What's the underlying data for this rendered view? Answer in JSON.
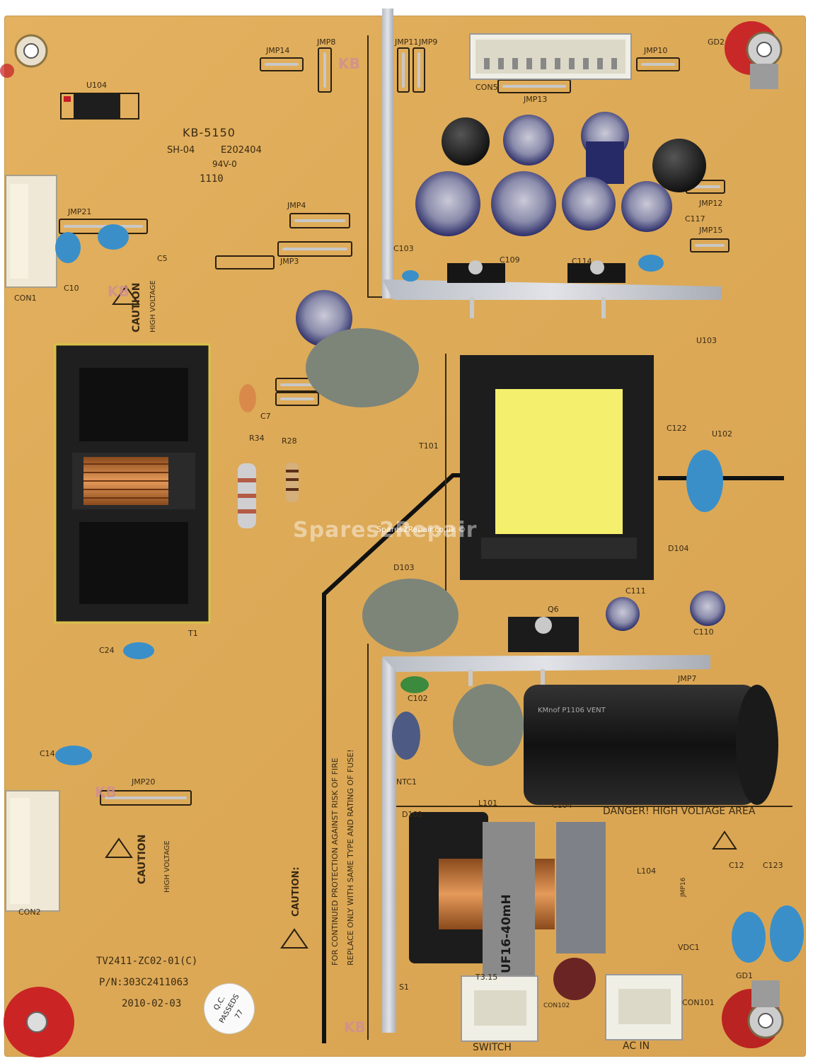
{
  "board": {
    "model": "KB-5150",
    "cert_line1": "SH-04",
    "cert_line2": "E202404",
    "rating": "94V-0",
    "date_code": "1110",
    "part_code": "TV2411-ZC02-01(C)",
    "part_number": "P/N:303C2411063",
    "date": "2010-02-03",
    "qc_sticker": [
      "Q.C.",
      "PASSEDS",
      "77"
    ],
    "warning_caution": "CAUTION:",
    "warning_line1": "FOR CONTINUED PROTECTION AGAINST RISK OF FIRE",
    "warning_line2": "REPLACE ONLY WITH SAME TYPE AND RATING OF FUSE!",
    "danger": "DANGER! HIGH VOLTAGE AREA",
    "caution": "CAUTION",
    "high_voltage": "HIGH VOLTAGE",
    "watermark": "Spares2Repair",
    "watermark_small": "Spares2Repair.co.uk ©",
    "kb_mark": "KB",
    "choke_marking": "UF16-40mH",
    "fuse_marking": "T3.15",
    "cap_marking": "KMnof P1106 VENT"
  },
  "connectors": {
    "con1": "CON1",
    "con2": "CON2",
    "con5": "CON5",
    "con101": "CON101",
    "con102": "CON102",
    "switch": "SWITCH",
    "ac_in": "AC IN"
  },
  "components": {
    "jmp14": "JMP14",
    "jmp8": "JMP8",
    "jmp11": "JMP11",
    "jmp9": "JMP9",
    "jmp10": "JMP10",
    "jmp13": "JMP13",
    "jmp21": "JMP21",
    "jmp4": "JMP4",
    "jmp3": "JMP3",
    "jmp12": "JMP12",
    "jmp15": "JMP15",
    "jmp20": "JMP20",
    "jmp7": "JMP7",
    "jmp16": "JMP16",
    "u104": "U104",
    "u103": "U103",
    "u102": "U102",
    "c10": "C10",
    "c5": "C5",
    "c7": "C7",
    "c24": "C24",
    "c14": "C14",
    "c103": "C103",
    "c109": "C109",
    "c114": "C114",
    "c117": "C117",
    "c122": "C122",
    "c111": "C111",
    "c110": "C110",
    "c102": "C102",
    "c104": "C104",
    "c123": "C123",
    "c124": "C12",
    "r34": "R34",
    "r28": "R28",
    "t1": "T1",
    "t101": "T101",
    "d103": "D103",
    "d104": "D104",
    "d101": "D101",
    "q6": "Q6",
    "ntc1": "NTC1",
    "l101": "L101",
    "l104": "L104",
    "vdc1": "VDC1",
    "gd1": "GD1",
    "gd2": "GD2",
    "f1": "S1"
  }
}
